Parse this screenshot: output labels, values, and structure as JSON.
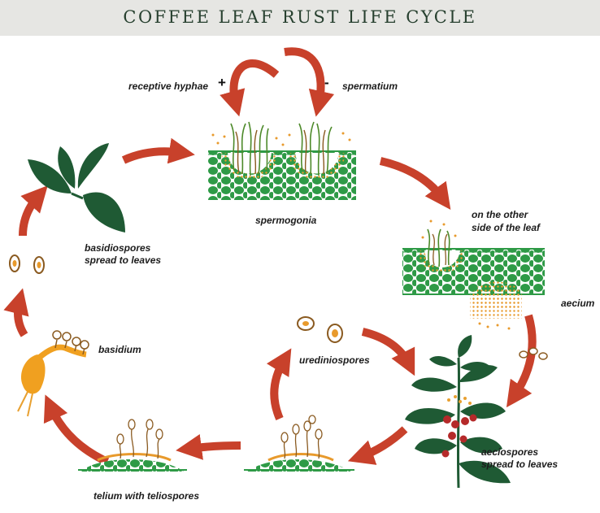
{
  "title": "COFFEE LEAF RUST LIFE CYCLE",
  "labels": {
    "receptive_hyphae": "receptive hyphae",
    "plus_sign": "+",
    "minus_sign": "-",
    "spermatium": "spermatium",
    "spermogonia": "spermogonia",
    "other_side_line1": "on the other",
    "other_side_line2": "side of the leaf",
    "aecium": "aecium",
    "basidiospores_line1": "basidiospores",
    "basidiospores_line2": "spread to leaves",
    "basidium": "basidium",
    "urediniospores": "urediniospores",
    "aeciospores_line1": "aeciospores",
    "aeciospores_line2": "spread to leaves",
    "telium": "telium with teliospores"
  },
  "colors": {
    "arrow": "#c8412b",
    "leaf_dark": "#1f5a34",
    "cell_green": "#2e9a46",
    "spore_orange": "#e89a2c",
    "hyphae_brown": "#8a5a20",
    "title_band": "#e6e6e3",
    "title_text": "#27402f"
  }
}
